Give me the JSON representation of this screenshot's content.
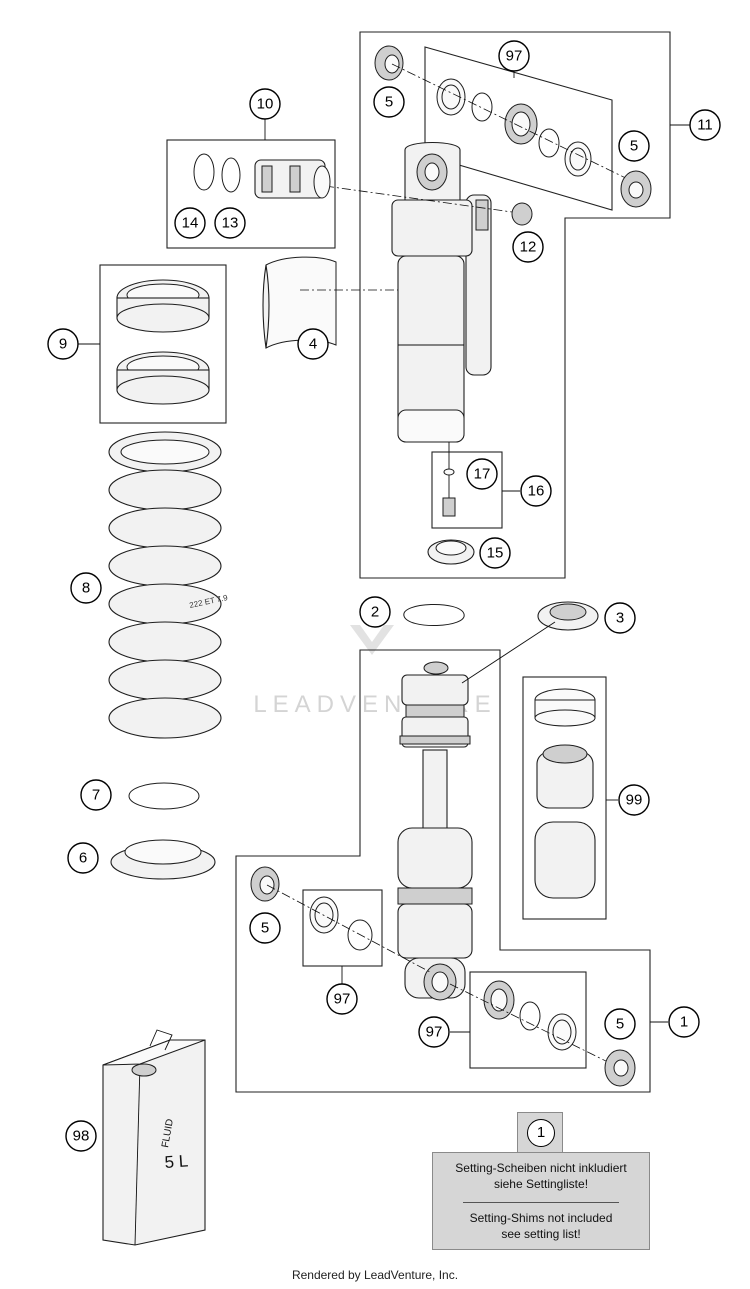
{
  "callouts": {
    "c1": "1",
    "c2": "2",
    "c3": "3",
    "c4": "4",
    "c5a": "5",
    "c5b": "5",
    "c5c": "5",
    "c5d": "5",
    "c6": "6",
    "c7": "7",
    "c8": "8",
    "c9": "9",
    "c10": "10",
    "c11": "11",
    "c12": "12",
    "c13": "13",
    "c14": "14",
    "c15": "15",
    "c16": "16",
    "c17": "17",
    "c97a": "97",
    "c97b": "97",
    "c97c": "97",
    "c98": "98",
    "c99": "99"
  },
  "labels": {
    "spring_marking": "222 ET 7.9",
    "fluid_can_text": "FLUID",
    "fluid_can_volume": "5 L",
    "watermark": "LEADVENTURE"
  },
  "note": {
    "ref": "1",
    "line_de_1": "Setting-Scheiben nicht inkludiert",
    "line_de_2": "siehe Settingliste!",
    "line_en_1": "Setting-Shims not included",
    "line_en_2": "see setting list!"
  },
  "footer": "Rendered by LeadVenture, Inc.",
  "colors": {
    "note_bg": "#d6d6d6",
    "line": "#1e1e1e",
    "watermark": "#d4d4d4"
  }
}
